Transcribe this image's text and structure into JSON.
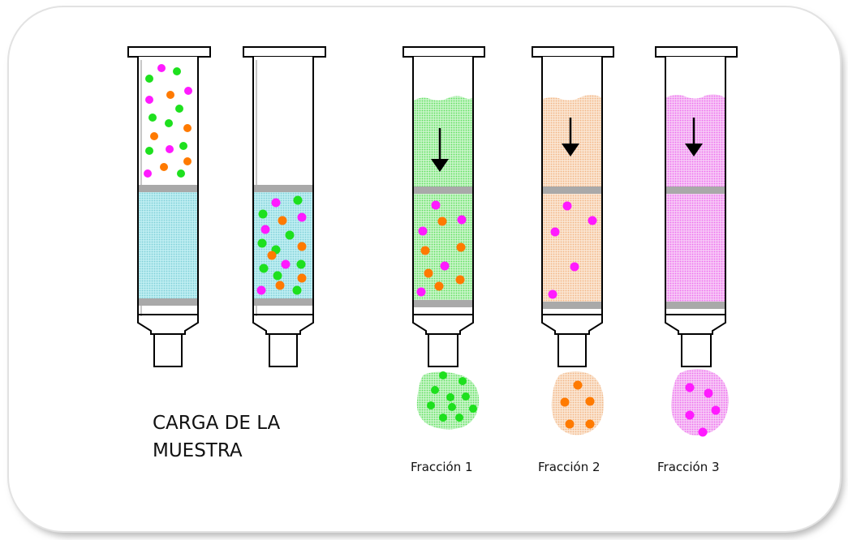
{
  "diagram": {
    "load_label_line1": "CARGA DE LA",
    "load_label_line2": "MUESTRA",
    "fractions": [
      {
        "label": "Fracción 1",
        "color": "#33e033",
        "drop_dots": "green"
      },
      {
        "label": "Fracción 2",
        "color": "#f3cfa8",
        "drop_dots": "orange"
      },
      {
        "label": "Fracción 3",
        "color": "#f07ef0",
        "drop_dots": "magenta"
      }
    ],
    "colors": {
      "green_dot": "#1ee01e",
      "orange_dot": "#ff7a00",
      "magenta_dot": "#ff1aff",
      "packing": "#9fe0e6",
      "frit": "#a9a9a9",
      "arrow": "#000000",
      "card_border": "#dcdcdc"
    }
  }
}
